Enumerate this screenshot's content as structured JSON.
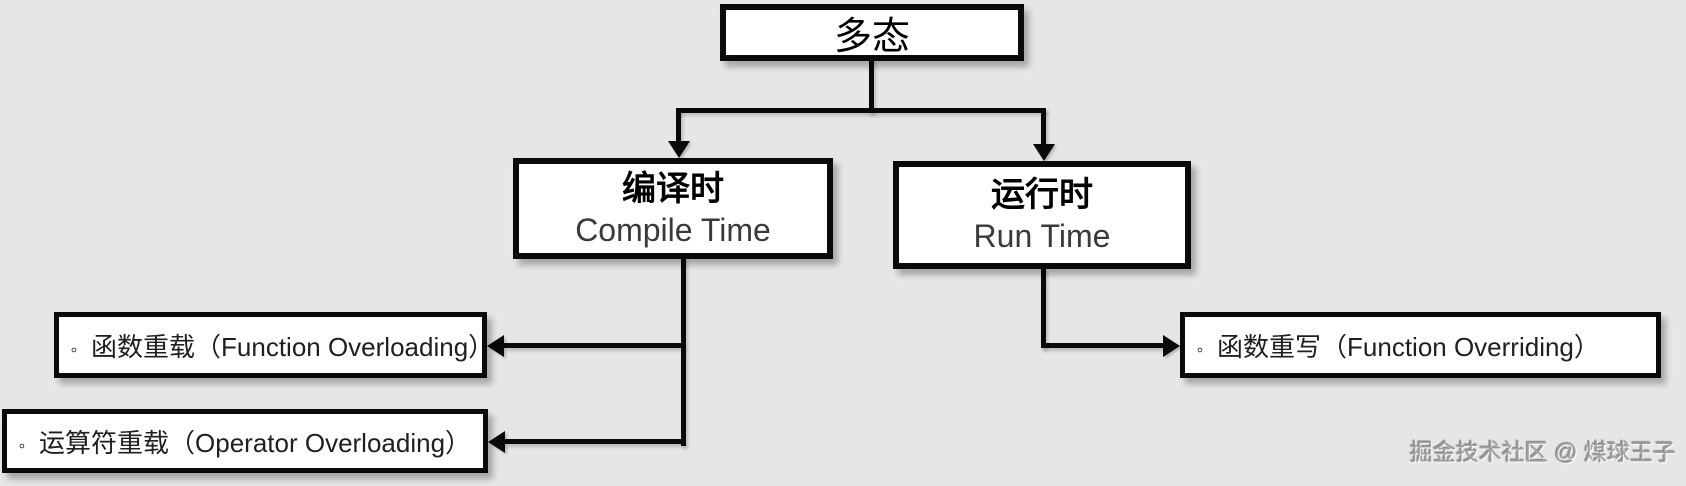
{
  "diagram": {
    "background_color": "#e6e6e8",
    "box_fill_color": "#ffffff",
    "box_border_color": "#0a0a0a",
    "line_color": "#0a0a0a",
    "title_text_color": "#000000",
    "subtitle_text_color": "#3a3a3a",
    "leaf_text_color": "#1f1f1f",
    "watermark_color": "#a19e9e",
    "nodes": {
      "root": {
        "title": "多态"
      },
      "compile": {
        "title": "编译时",
        "subtitle": "Compile Time"
      },
      "runtime": {
        "title": "运行时",
        "subtitle": "Run Time"
      },
      "fn_overload": {
        "bullet": "。",
        "label": "函数重载（Function Overloading）"
      },
      "op_overload": {
        "bullet": "。",
        "label": "运算符重载（Operator Overloading）"
      },
      "fn_override": {
        "bullet": "。",
        "label": "函数重写（Function Overriding）"
      }
    },
    "watermark": {
      "text": "掘金技术社区 @ 煤球王子"
    }
  }
}
